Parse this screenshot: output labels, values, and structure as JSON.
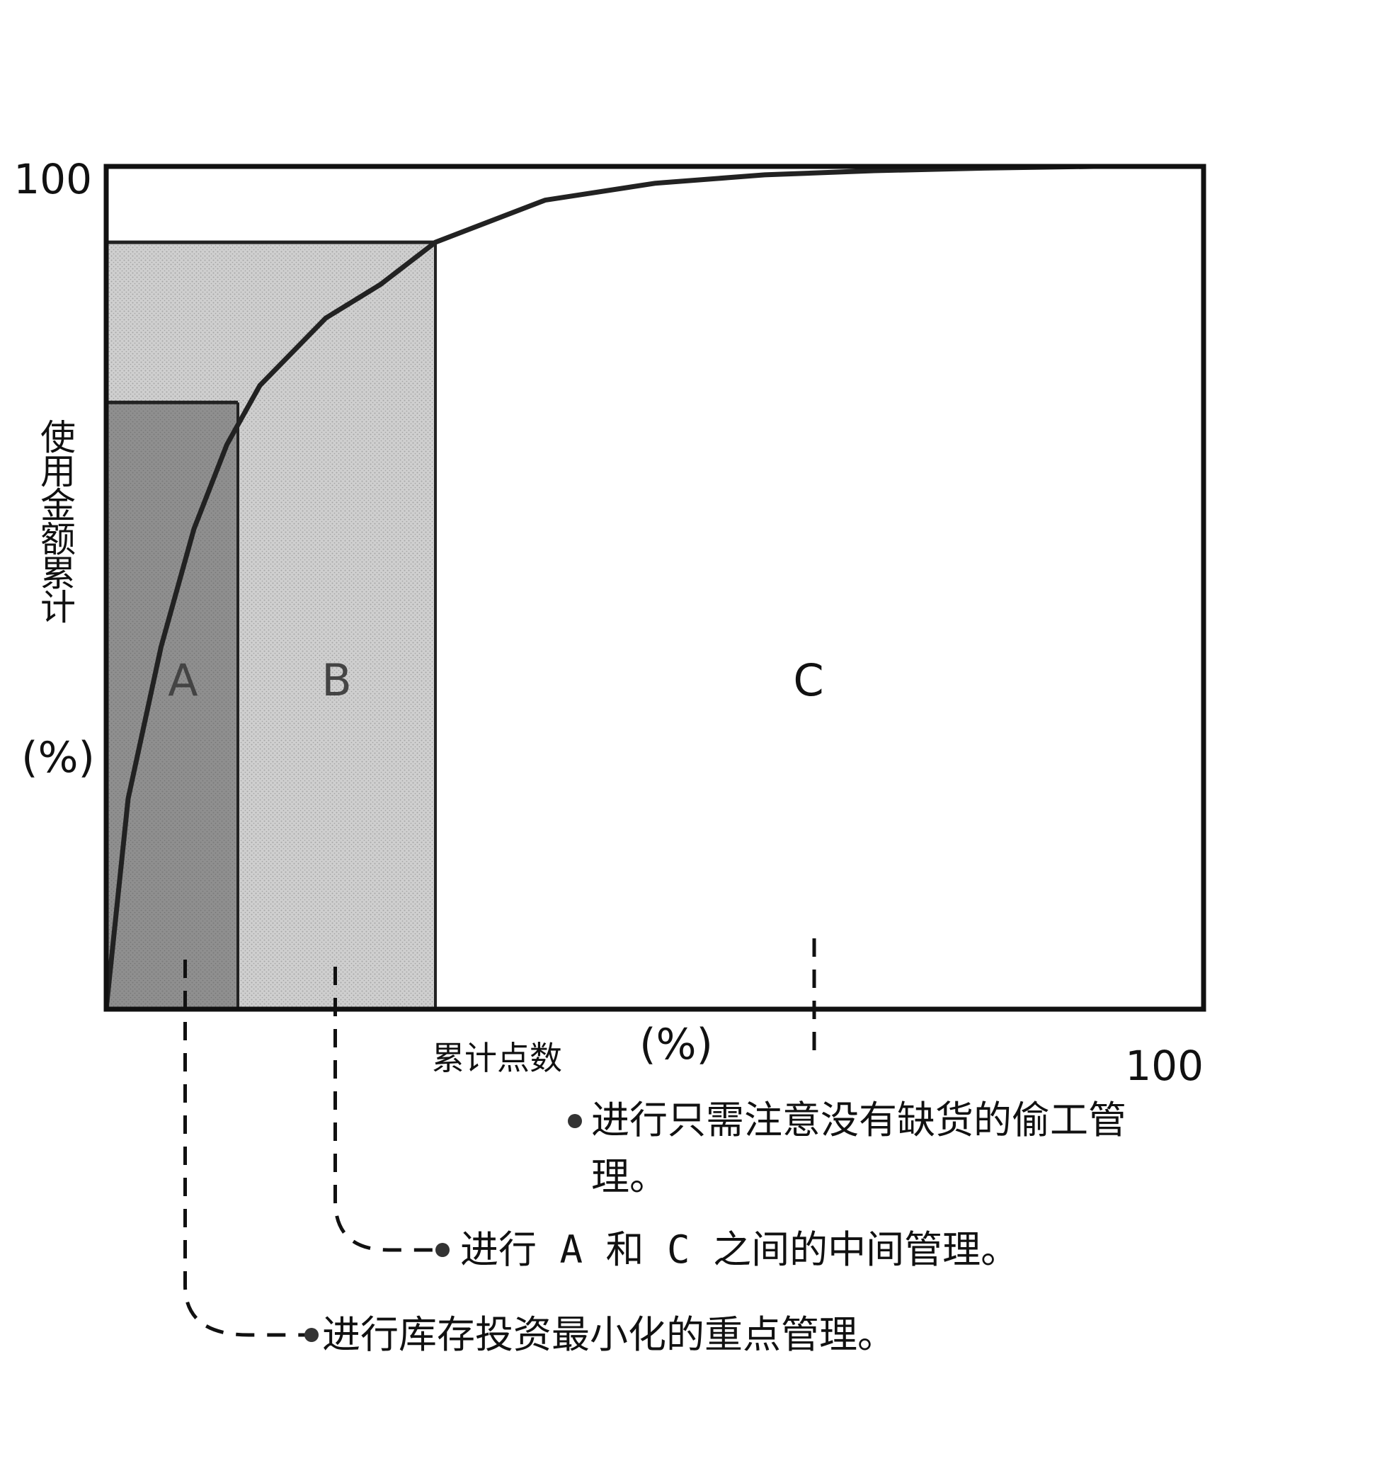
{
  "chart_data": {
    "type": "area",
    "x_tick_max": "100",
    "y_tick_max": "100",
    "y_label_chars": [
      "使",
      "用",
      "金",
      "额",
      "累",
      "计"
    ],
    "y_unit": "(%)",
    "x_label": "累计点数",
    "x_unit": "(%)",
    "xlim": [
      0,
      100
    ],
    "ylim": [
      0,
      100
    ],
    "curve": {
      "x": [
        0,
        2,
        5,
        8,
        11,
        14,
        17,
        20,
        25,
        30,
        40,
        50,
        60,
        70,
        80,
        90,
        100
      ],
      "y": [
        0,
        25,
        43,
        57,
        67,
        74,
        78,
        82,
        86,
        91,
        96,
        98,
        99,
        99.5,
        99.8,
        100,
        100
      ]
    },
    "regions": [
      {
        "label": "A",
        "x_end": 12,
        "y_end": 72,
        "color": "#8f8f8f"
      },
      {
        "label": "B",
        "x_end": 30,
        "y_end": 91,
        "color": "#cfcfcf"
      },
      {
        "label": "C",
        "x_end": 100,
        "y_end": 100,
        "color": "#ffffff"
      }
    ],
    "notes": [
      {
        "region": "C",
        "lines": [
          "进行只需注意没有缺货的偷工管",
          "理。"
        ]
      },
      {
        "region": "B",
        "lines": [
          "进行 A 和 C 之间的中间管理。"
        ]
      },
      {
        "region": "A",
        "lines": [
          "进行库存投资最小化的重点管理。"
        ]
      }
    ]
  }
}
